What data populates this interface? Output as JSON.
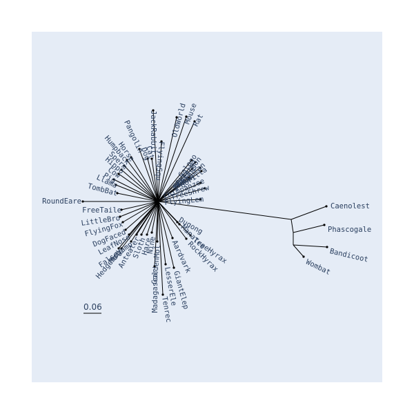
{
  "colors": {
    "plot_background": "#e5ecf6",
    "label_color": "#2a3f5f",
    "branch_color": "#000000"
  },
  "scale_bar": {
    "label": "0.06"
  },
  "tree": {
    "marsupials": [
      "Caenolest",
      "Phascogale",
      "Bandicoot",
      "Wombat"
    ],
    "leaves": [
      "RoundEare",
      "TombBat",
      "Llama",
      "Pig",
      "Cow",
      "Hippo",
      "Sperm",
      "Humpback",
      "Horse",
      "Pangolin",
      "Dog",
      "Cat",
      "JackRabbit",
      "FlyingSqu",
      "OldWorld",
      "Mouse",
      "Rat",
      "Galago",
      "HowlerMon",
      "Rhesus",
      "Orangutan",
      "Gorilla",
      "Human",
      "Chimpanzee",
      "TreeShrew",
      "FlyingLem",
      "FreeTaile",
      "LittleBro",
      "FlyingFox",
      "DogFaced",
      "LeafNose",
      "FalseVamp",
      "Mole",
      "Hedgehog",
      "Anteater",
      "Sloth",
      "Hare",
      "Nine",
      "GoldenMol",
      "Madagascar",
      "Tenrec",
      "LesserEle",
      "GiantElep",
      "Aardvark",
      "Manatee",
      "Dugong",
      "TreeHyrax",
      "RockHyrax"
    ]
  }
}
